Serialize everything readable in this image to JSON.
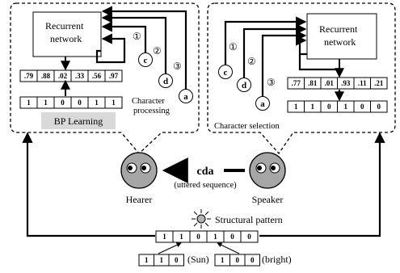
{
  "hearer": {
    "network_label": [
      "Recurrent",
      "network"
    ],
    "output_values": [
      ".79",
      ".88",
      ".02",
      ".33",
      ".56",
      ".97"
    ],
    "target_bits": [
      "1",
      "1",
      "0",
      "0",
      "1",
      "1"
    ],
    "bp_label": "BP Learning",
    "processing_label": [
      "Character",
      "processing"
    ],
    "inputs": [
      {
        "order": "①",
        "char": "c"
      },
      {
        "order": "②",
        "char": "d"
      },
      {
        "order": "③",
        "char": "a"
      }
    ]
  },
  "speaker": {
    "network_label": [
      "Recurrent",
      "network"
    ],
    "output_values": [
      ".77",
      ".81",
      ".01",
      ".93",
      ".11",
      ".21"
    ],
    "output_bits": [
      "1",
      "1",
      "0",
      "1",
      "0",
      "0"
    ],
    "selection_label": "Character selection",
    "inputs": [
      {
        "order": "①",
        "char": "c"
      },
      {
        "order": "②",
        "char": "d"
      },
      {
        "order": "③",
        "char": "a"
      }
    ]
  },
  "agents": {
    "hearer_label": "Hearer",
    "speaker_label": "Speaker",
    "utterance": "cda",
    "utterance_caption": "(uttered sequence)"
  },
  "structural": {
    "label": "Structural pattern",
    "bits": [
      "1",
      "1",
      "0",
      "1",
      "0",
      "0"
    ],
    "part1_bits": [
      "1",
      "1",
      "0"
    ],
    "part1_label": "(Sun)",
    "part2_bits": [
      "1",
      "0",
      "0"
    ],
    "part2_label": "(bright)"
  }
}
